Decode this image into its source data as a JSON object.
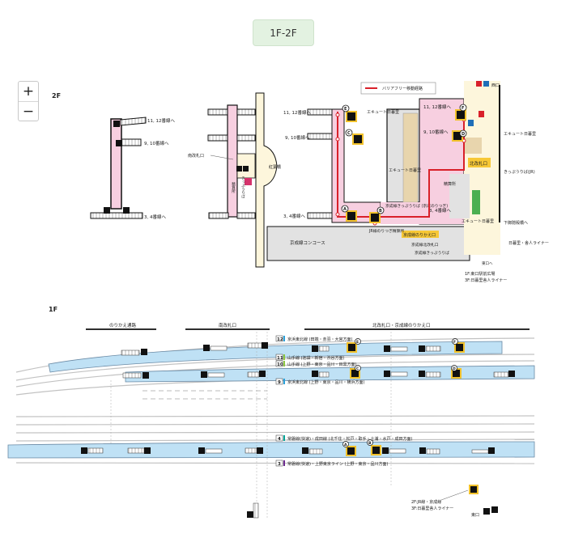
{
  "floor_selector": {
    "label": "1F-2F"
  },
  "zoom_controls": {
    "zoom_in": "+",
    "zoom_out": "−"
  },
  "floors": {
    "upper": "2F",
    "lower": "1F"
  },
  "legend": {
    "label": "バリアフリー移動経路",
    "line_color": "#d9202a"
  },
  "colors": {
    "concourse_pink": "#f7cfe0",
    "platform_blue": "#bfe1f5",
    "shop_tan": "#e8d5ad",
    "area_gray": "#e2e2e2",
    "area_cream": "#fdf6dc",
    "elevator_yellow": "#f2c22c",
    "route_red": "#d9202a",
    "ticket_gate_yellow": "#f7c836"
  },
  "map_2f": {
    "left_block": {
      "labels": [
        "11, 12番線へ",
        "9, 10番線へ",
        "3, 4番線へ"
      ]
    },
    "middle_block": {
      "labels": [
        "南改札口",
        "精算所",
        "きっぷうりば"
      ],
      "corridor": "紅葉橋"
    },
    "main_block": {
      "platform_labels": [
        "11, 12番線へ",
        "9, 10番線へ",
        "3, 4番線へ"
      ],
      "elevators": [
        "A",
        "B",
        "C",
        "D",
        "E",
        "F"
      ],
      "inner_labels": [
        "11, 12番線へ",
        "9, 10番線へ",
        "3, 4番線へ"
      ],
      "shops": [
        "エキュート日暮里",
        "エキュート日暮里",
        "エキュート日暮里"
      ],
      "keisei_tickets": "京成線きっぷうりば (京成のりつぎ)",
      "jr_tickets": "JR線のりつぎ精算所",
      "transfer_gate": "京成線のりかえ口",
      "keisei_concourse": "京成線コンコース",
      "keisei_gate": "京成線北改札口",
      "keisei_tickets2": "京成線きっぷうりば",
      "north_gate": "北改札口",
      "settlement": "精算所",
      "east_labels": {
        "west_exit": "西口",
        "ecute": "エキュート日暮里",
        "tickets_jr": "きっぷうりば(JR)",
        "bridge": "下御隠殿橋へ",
        "liner": "日暮里・舎人ライナー",
        "east_exit": "東口へ",
        "note_1f": "1F:東口駅前広場",
        "note_3f": "3F:日暮里舎人ライナー"
      }
    }
  },
  "map_1f": {
    "sections": [
      "のりかえ通路",
      "南改札口",
      "北改札口・京成線のりかえ口"
    ],
    "tracks": [
      {
        "number": "12",
        "name": "京浜東北線 (田端・赤羽・大宮方面)",
        "color": "#29a0da"
      },
      {
        "number": "11",
        "name": "山手線 (池袋・新宿・渋谷方面)",
        "color": "#8cc63f"
      },
      {
        "number": "10",
        "name": "山手線 (上野・東京・品川・目黒方面)",
        "color": "#8cc63f"
      },
      {
        "number": "9",
        "name": "京浜東北線 (上野・東京・品川・横浜方面)",
        "color": "#29a0da"
      },
      {
        "number": "4",
        "name": "常磐線(快速)・成田線 (北千住・松戸・取手・土浦・水戸・成田方面)",
        "color": "#00a497"
      },
      {
        "number": "3",
        "name": "常磐線(快速)・上野東京ライン (上野・東京・品川方面)",
        "color": "#6b2a8e"
      }
    ],
    "elevators_upper": [
      "E",
      "F"
    ],
    "elevators_middle": [
      "C",
      "D"
    ],
    "elevators_lower": [
      "A",
      "B"
    ],
    "east_note": {
      "line1": "2F:JR線・京成線",
      "line2": "3F:日暮里舎人ライナー",
      "exit": "東口"
    }
  }
}
